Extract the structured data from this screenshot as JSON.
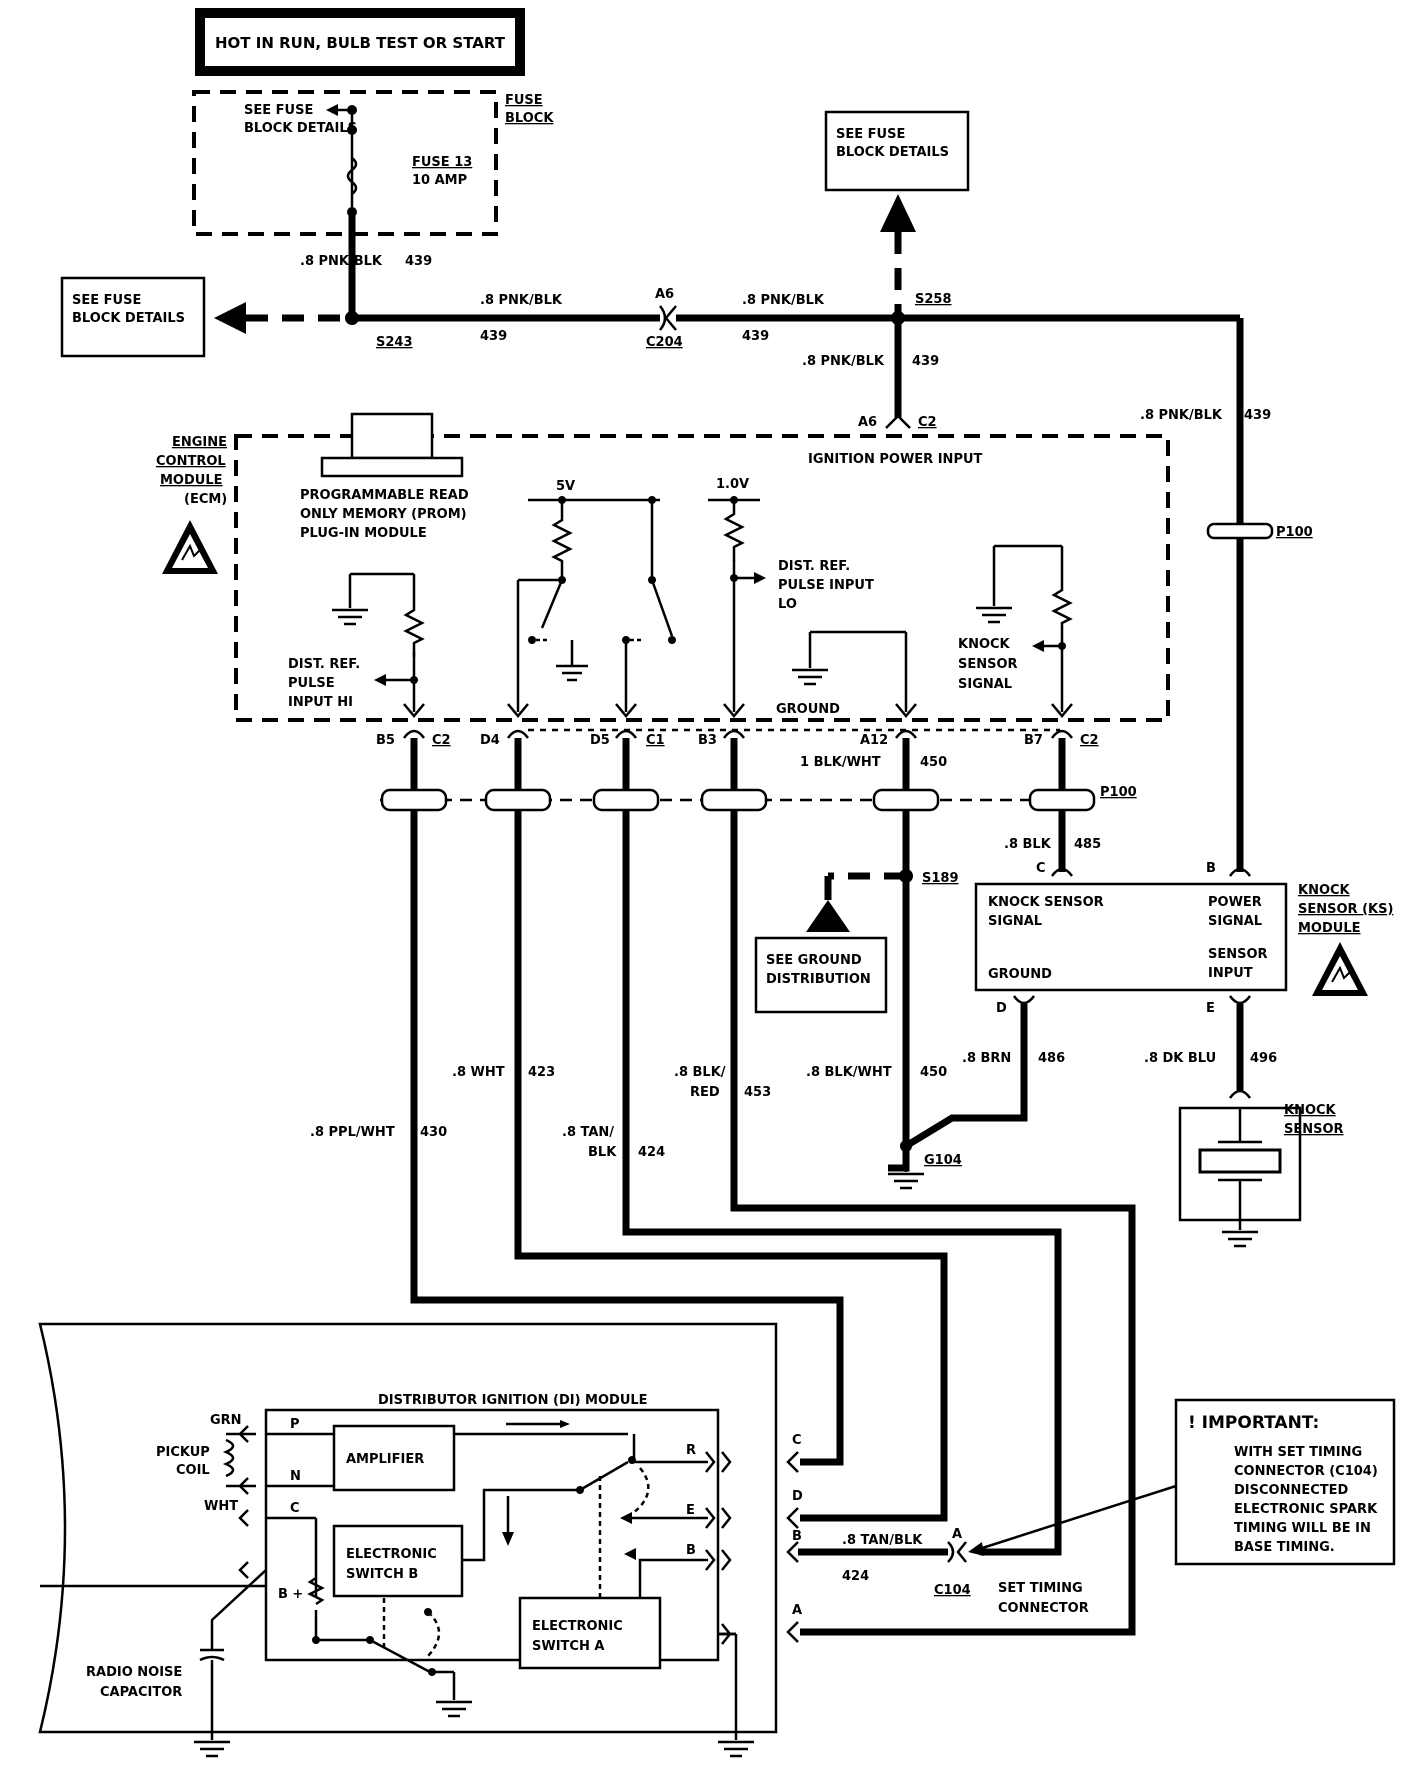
{
  "diagram": {
    "header": "HOT IN RUN, BULB TEST OR START",
    "fuse_block": {
      "label": "FUSE BLOCK",
      "see_details": "SEE FUSE BLOCK DETAILS",
      "fuse_name": "FUSE 13",
      "fuse_rating": "10 AMP"
    },
    "see_fuse_top_right": "SEE FUSE BLOCK DETAILS",
    "see_fuse_left": "SEE FUSE BLOCK DETAILS",
    "wires": {
      "pnk_blk": ".8 PNK/BLK",
      "c439": "439",
      "ppl_wht": ".8 PPL/WHT",
      "c430": "430",
      "wht": ".8 WHT",
      "c423": "423",
      "tan_blk_a": ".8 TAN/",
      "tan_blk_b": "BLK",
      "c424": "424",
      "blk_red_a": ".8 BLK/",
      "blk_red_b": "RED",
      "c453": "453",
      "blk_wht": ".8 BLK/WHT",
      "blk_wht_1": "1 BLK/WHT",
      "c450": "450",
      "blk": ".8 BLK",
      "c485": "485",
      "brn": ".8 BRN",
      "c486": "486",
      "dk_blu": ".8 DK BLU",
      "c496": "496",
      "tan_blk_timing": ".8 TAN/BLK",
      "c424_timing": "424"
    },
    "splices": {
      "s243": "S243",
      "s258": "S258",
      "s189": "S189",
      "c204": "C204",
      "a6": "A6",
      "c2": "C2",
      "c1": "C1",
      "p100": "P100",
      "g104": "G104",
      "c104": "C104"
    },
    "ecm": {
      "label": "ENGINE CONTROL MODULE (ECM)",
      "ignition_power_input": "IGNITION POWER INPUT",
      "prom": "PROGRAMMABLE READ ONLY MEMORY (PROM) PLUG-IN MODULE",
      "v5": "5V",
      "v1": "1.0V",
      "dist_ref_lo": "DIST. REF. PULSE INPUT LO",
      "dist_ref_hi": "DIST. REF. PULSE INPUT HI",
      "knock_signal": "KNOCK SENSOR SIGNAL",
      "ground": "GROUND",
      "pins": [
        "B5",
        "D4",
        "D5",
        "B3",
        "A12",
        "B7"
      ]
    },
    "ks_module": {
      "label": "KNOCK SENSOR (KS) MODULE",
      "knock_sensor_signal": "KNOCK SENSOR SIGNAL",
      "power_signal": "POWER SIGNAL",
      "ground": "GROUND",
      "sensor_input": "SENSOR INPUT",
      "pins": [
        "C",
        "B",
        "D",
        "E"
      ]
    },
    "knock_sensor": "KNOCK SENSOR",
    "see_ground": "SEE GROUND DISTRIBUTION",
    "di_module": {
      "label": "DISTRIBUTOR IGNITION (DI) MODULE",
      "amplifier": "AMPLIFIER",
      "switch_b": "ELECTRONIC SWITCH B",
      "switch_a": "ELECTRONIC SWITCH A",
      "pickup": "PICKUP COIL",
      "grn": "GRN",
      "wht": "WHT",
      "radio": "RADIO NOISE CAPACITOR",
      "inner_pins": [
        "P",
        "N",
        "C",
        "B +"
      ],
      "right_pins": [
        "R",
        "E",
        "B"
      ],
      "out_pins": [
        "C",
        "D",
        "B",
        "A"
      ]
    },
    "important": {
      "title": "! IMPORTANT:",
      "body": "WITH SET TIMING CONNECTOR (C104) DISCONNECTED ELECTRONIC SPARK TIMING WILL BE IN BASE TIMING."
    },
    "set_timing": "SET TIMING CONNECTOR",
    "conn_a": "A"
  }
}
